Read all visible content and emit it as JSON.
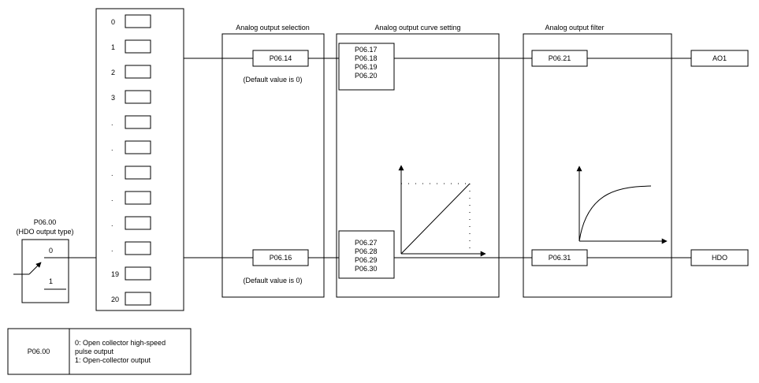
{
  "hdo_type": {
    "code": "P06.00",
    "description": "(HDO output type)",
    "option_0": "0",
    "option_1": "1"
  },
  "selector_list": [
    "0",
    "1",
    "2",
    "3",
    ".",
    ".",
    ".",
    ".",
    ".",
    ".",
    "19",
    "20"
  ],
  "selection": {
    "title": "Analog output selection",
    "ao1_code": "P06.14",
    "hdo_code": "P06.16",
    "default_text": "(Default value is 0)"
  },
  "curve": {
    "title": "Analog output curve setting",
    "ao1_params": [
      "P06.17",
      "P06.18",
      "P06.19",
      "P06.20"
    ],
    "hdo_params": [
      "P06.27",
      "P06.28",
      "P06.29",
      "P06.30"
    ]
  },
  "filter": {
    "title": "Analog output filter",
    "ao1_code": "P06.21",
    "hdo_code": "P06.31"
  },
  "outputs": {
    "ao1": "AO1",
    "hdo": "HDO"
  },
  "legend": {
    "code": "P06.00",
    "lines": [
      "0: Open collector high-speed",
      "pulse output",
      "1: Open-collector output"
    ]
  }
}
